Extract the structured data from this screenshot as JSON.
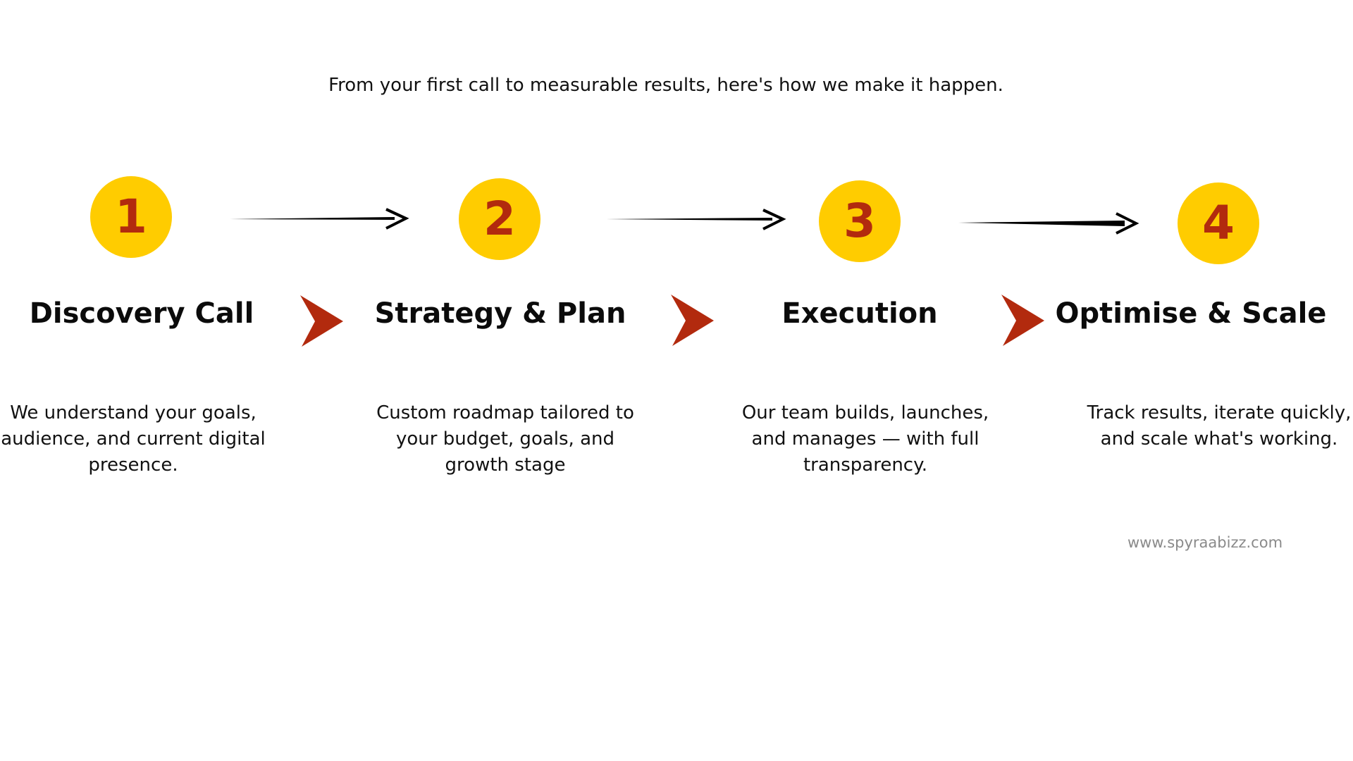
{
  "intro": "From your first call to measurable results, here's how we make it happen.",
  "colors": {
    "circle": "#FFCC00",
    "number": "#B22A0E",
    "chevron": "#B22A0E",
    "arrow": "#000000"
  },
  "steps": [
    {
      "number": "1",
      "title": "Discovery Call",
      "description": "We understand your goals, audience, and current digital presence."
    },
    {
      "number": "2",
      "title": "Strategy & Plan",
      "description": "Custom roadmap tailored to your budget, goals, and growth stage"
    },
    {
      "number": "3",
      "title": "Execution",
      "description": "Our team builds, launches, and manages — with full transparency."
    },
    {
      "number": "4",
      "title": "Optimise & Scale",
      "description": "Track results, iterate quickly, and scale what's working."
    }
  ],
  "website": "www.spyraabizz.com"
}
